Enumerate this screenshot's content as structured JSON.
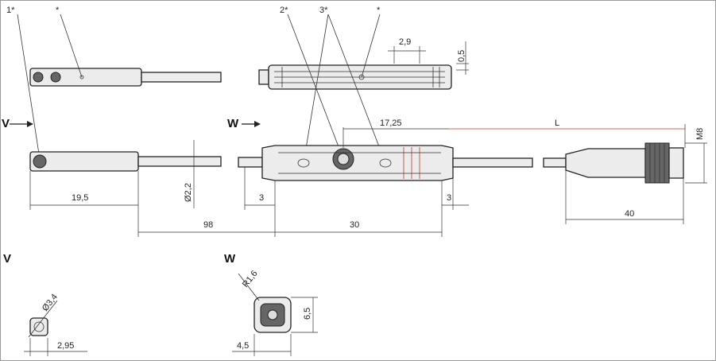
{
  "labels": {
    "callout_1": "1*",
    "callout_star_left": "*",
    "callout_2": "2*",
    "callout_3": "3*",
    "callout_star_right": "*",
    "view_v": "V",
    "view_w": "W",
    "view_v_section": "V",
    "view_w_section": "W"
  },
  "dimensions": {
    "d_2_9": "2,9",
    "d_0_5": "0,5",
    "d_17_25": "17,25",
    "d_L": "L",
    "d_M8": "M8",
    "d_19_5": "19,5",
    "d_2_2": "Ø2,2",
    "d_3_left": "3",
    "d_3_right": "3",
    "d_98": "98",
    "d_30": "30",
    "d_40": "40",
    "d_3_4": "Ø3,4",
    "d_2_95": "2,95",
    "d_R1_6": "R1,6",
    "d_6_5": "6,5",
    "d_4_5": "4,5"
  }
}
